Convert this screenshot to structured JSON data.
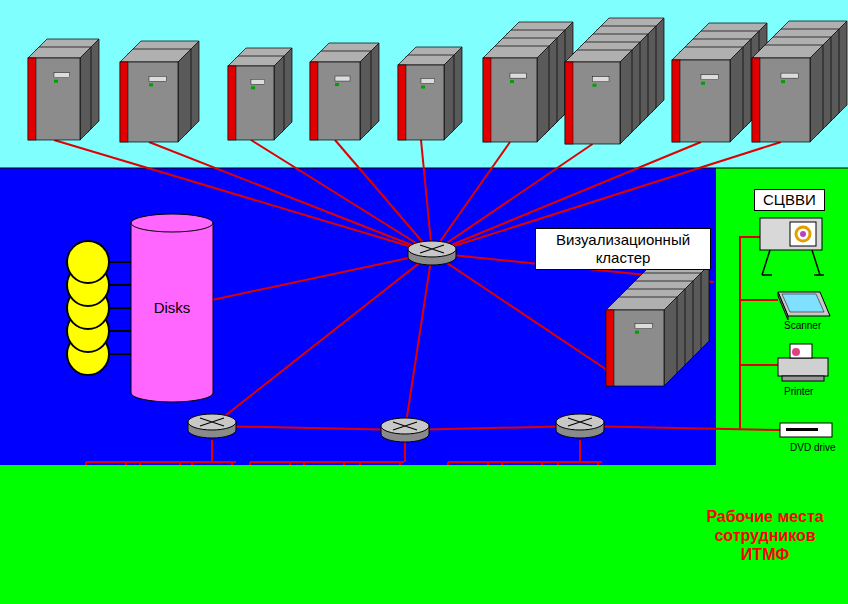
{
  "diagram": {
    "nodes": [
      {
        "text": [
          "Рабочие места сотрудников ИТМФ"
        ]
      },
      {
        "text": [
          "Визуализационный кластер"
        ]
      },
      {
        "text": [
          "Disks"
        ]
      },
      {
        "text": [
          "СЦВВИ"
        ]
      }
    ],
    "labels": [
      "Scanner",
      "Printer",
      "DVD drive"
    ]
  }
}
